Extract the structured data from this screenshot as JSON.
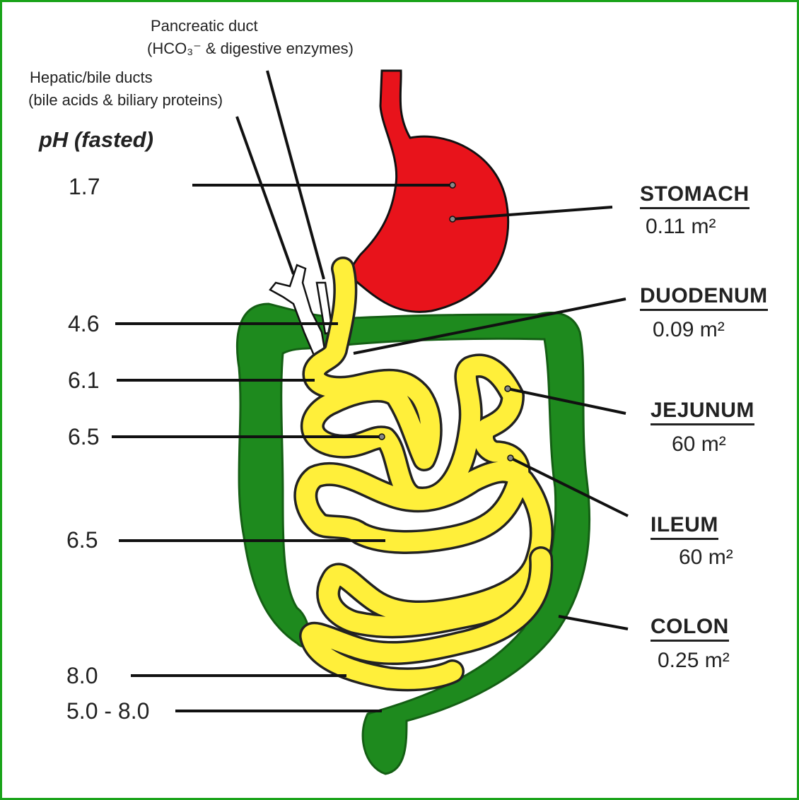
{
  "ducts": {
    "pancreatic_line1": "Pancreatic duct",
    "pancreatic_line2": "(HCO₃⁻ & digestive enzymes)",
    "hepatic_line1": "Hepatic/bile ducts",
    "hepatic_line2": "(bile acids & biliary proteins)"
  },
  "ph": {
    "title": "pH (fasted)",
    "values": [
      "1.7",
      "4.6",
      "6.1",
      "6.5",
      "6.5",
      "8.0",
      "5.0 - 8.0"
    ]
  },
  "organs": [
    {
      "name": "STOMACH",
      "area": "0.11 m²"
    },
    {
      "name": "DUODENUM",
      "area": "0.09 m²"
    },
    {
      "name": "JEJUNUM",
      "area": "60 m²"
    },
    {
      "name": "ILEUM",
      "area": "60 m²"
    },
    {
      "name": "COLON",
      "area": "0.25 m²"
    }
  ],
  "colors": {
    "frame": "#19a319",
    "stomach": "#e8131b",
    "small_intestine": "#ffef3a",
    "colon": "#1e8a1e",
    "bile_duct": "#ffffff"
  }
}
